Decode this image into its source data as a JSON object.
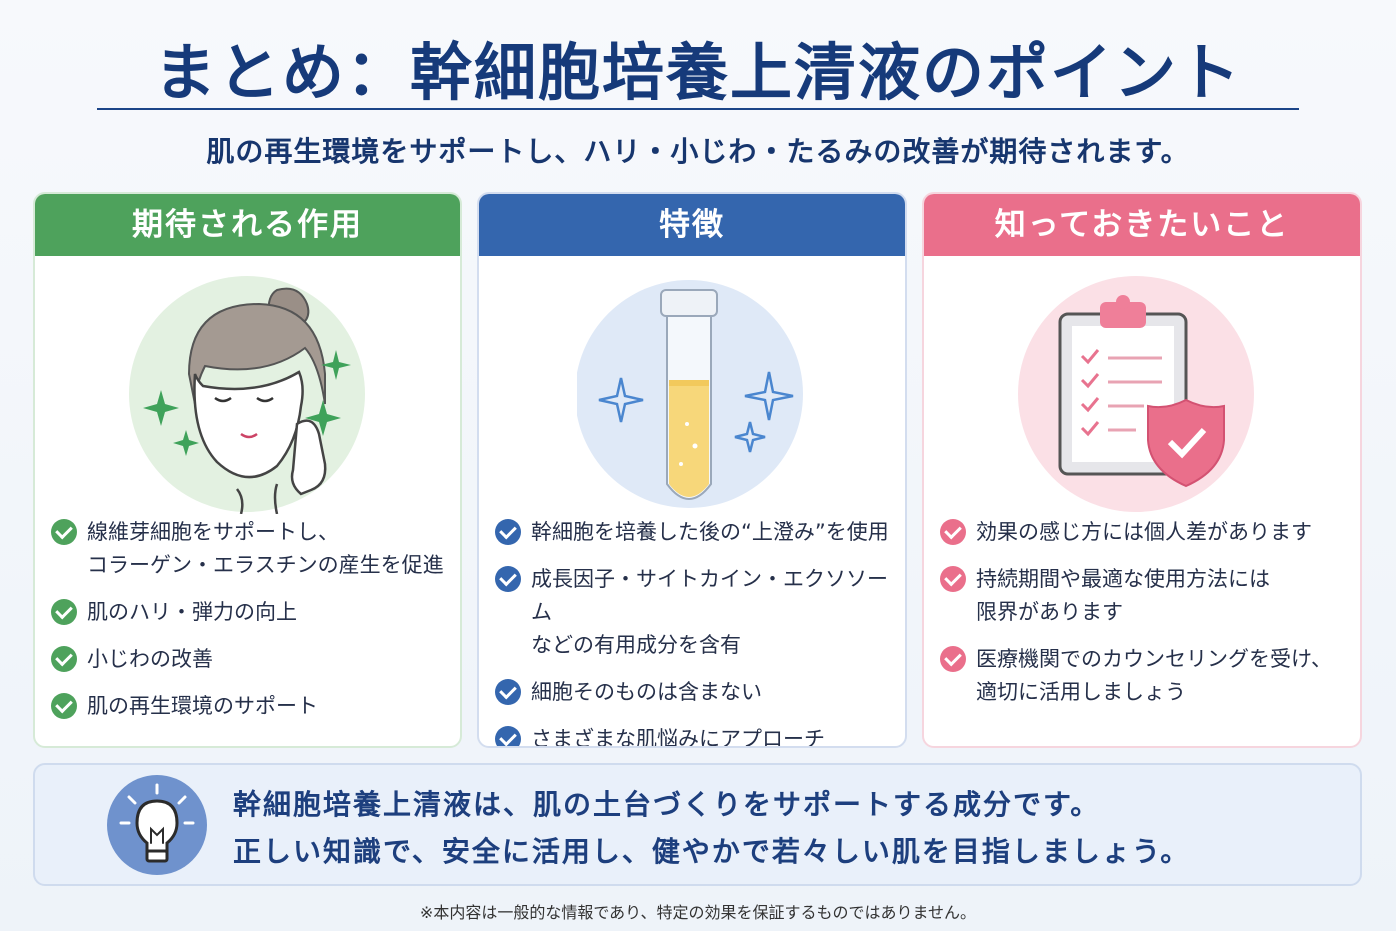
{
  "title": "まとめ：幹細胞培養上清液のポイント",
  "subtitle": "肌の再生環境をサポートし、ハリ・小じわ・たるみの改善が期待されます。",
  "cards": [
    {
      "header": "期待される作用",
      "color": "#4ea25c",
      "icon": "woman-face-icon",
      "items": [
        "線維芽細胞をサポートし、\nコラーゲン・エラスチンの産生を促進",
        "肌のハリ・弾力の向上",
        "小じわの改善",
        "肌の再生環境のサポート"
      ]
    },
    {
      "header": "特徴",
      "color": "#3466ae",
      "icon": "test-tube-icon",
      "items": [
        "幹細胞を培養した後の“上澄み”を使用",
        "成長因子・サイトカイン・エクソソーム\nなどの有用成分を含有",
        "細胞そのものは含まない",
        "さまざまな肌悩みにアプローチ"
      ]
    },
    {
      "header": "知っておきたいこと",
      "color": "#ea6f8b",
      "icon": "clipboard-shield-icon",
      "items": [
        "効果の感じ方には個人差があります",
        "持続期間や最適な使用方法には\n限界があります",
        "医療機関でのカウンセリングを受け、\n適切に活用しましょう"
      ]
    }
  ],
  "bottom": {
    "icon": "lightbulb-icon",
    "line1": "幹細胞培養上清液は、肌の土台づくりをサポートする成分です。",
    "line2": "正しい知識で、安全に活用し、健やかで若々しい肌を目指しましょう。"
  },
  "footnote": "※本内容は一般的な情報であり、特定の効果を保証するものではありません。"
}
